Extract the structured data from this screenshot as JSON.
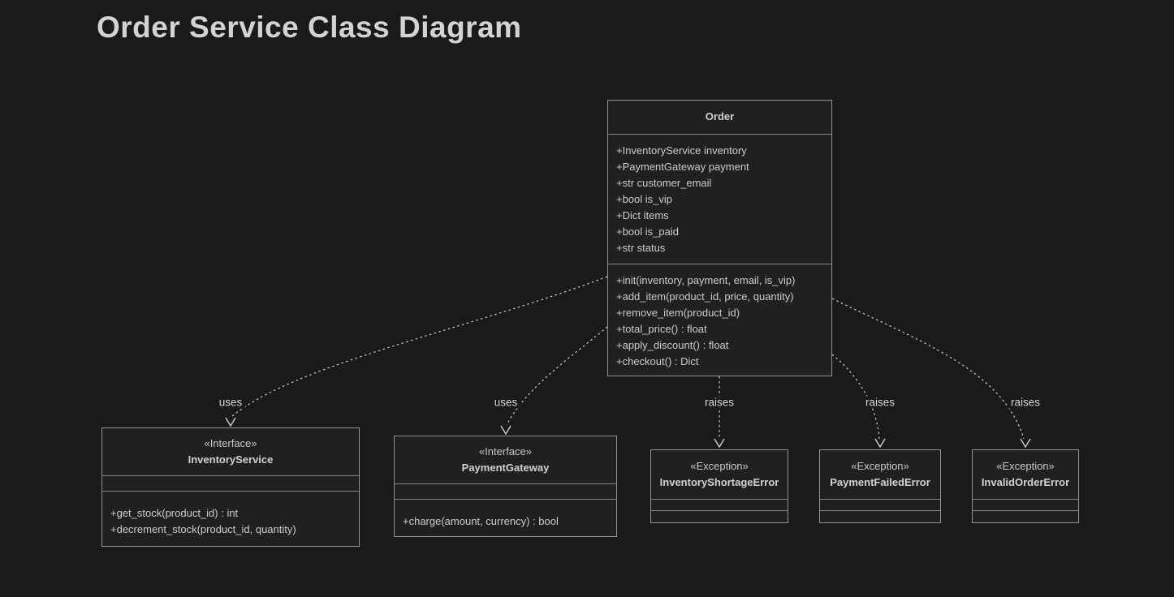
{
  "page": {
    "title": "Order Service Class Diagram",
    "background_color": "#191a1a",
    "box_fill_color": "#1f2020",
    "box_border_color": "#939393",
    "text_color": "#cccccc",
    "edge_color": "#cfcfcf"
  },
  "classes": [
    {
      "name": "Order",
      "stereotype": "",
      "attributes": [
        "+InventoryService inventory",
        "+PaymentGateway payment",
        "+str customer_email",
        "+bool is_vip",
        "+Dict items",
        "+bool is_paid",
        "+str status"
      ],
      "methods": [
        "+init(inventory, payment, email, is_vip)",
        "+add_item(product_id, price, quantity)",
        "+remove_item(product_id)",
        "+total_price() : float",
        "+apply_discount() : float",
        "+checkout() : Dict"
      ]
    },
    {
      "name": "InventoryService",
      "stereotype": "«Interface»",
      "attributes": [],
      "methods": [
        "+get_stock(product_id) : int",
        "+decrement_stock(product_id, quantity)"
      ]
    },
    {
      "name": "PaymentGateway",
      "stereotype": "«Interface»",
      "attributes": [],
      "methods": [
        "+charge(amount, currency) : bool"
      ]
    },
    {
      "name": "InventoryShortageError",
      "stereotype": "«Exception»",
      "attributes": [],
      "methods": []
    },
    {
      "name": "PaymentFailedError",
      "stereotype": "«Exception»",
      "attributes": [],
      "methods": []
    },
    {
      "name": "InvalidOrderError",
      "stereotype": "«Exception»",
      "attributes": [],
      "methods": []
    }
  ],
  "edges": [
    {
      "from": "Order",
      "to": "InventoryService",
      "label": "uses"
    },
    {
      "from": "Order",
      "to": "PaymentGateway",
      "label": "uses"
    },
    {
      "from": "Order",
      "to": "InventoryShortageError",
      "label": "raises"
    },
    {
      "from": "Order",
      "to": "PaymentFailedError",
      "label": "raises"
    },
    {
      "from": "Order",
      "to": "InvalidOrderError",
      "label": "raises"
    }
  ]
}
